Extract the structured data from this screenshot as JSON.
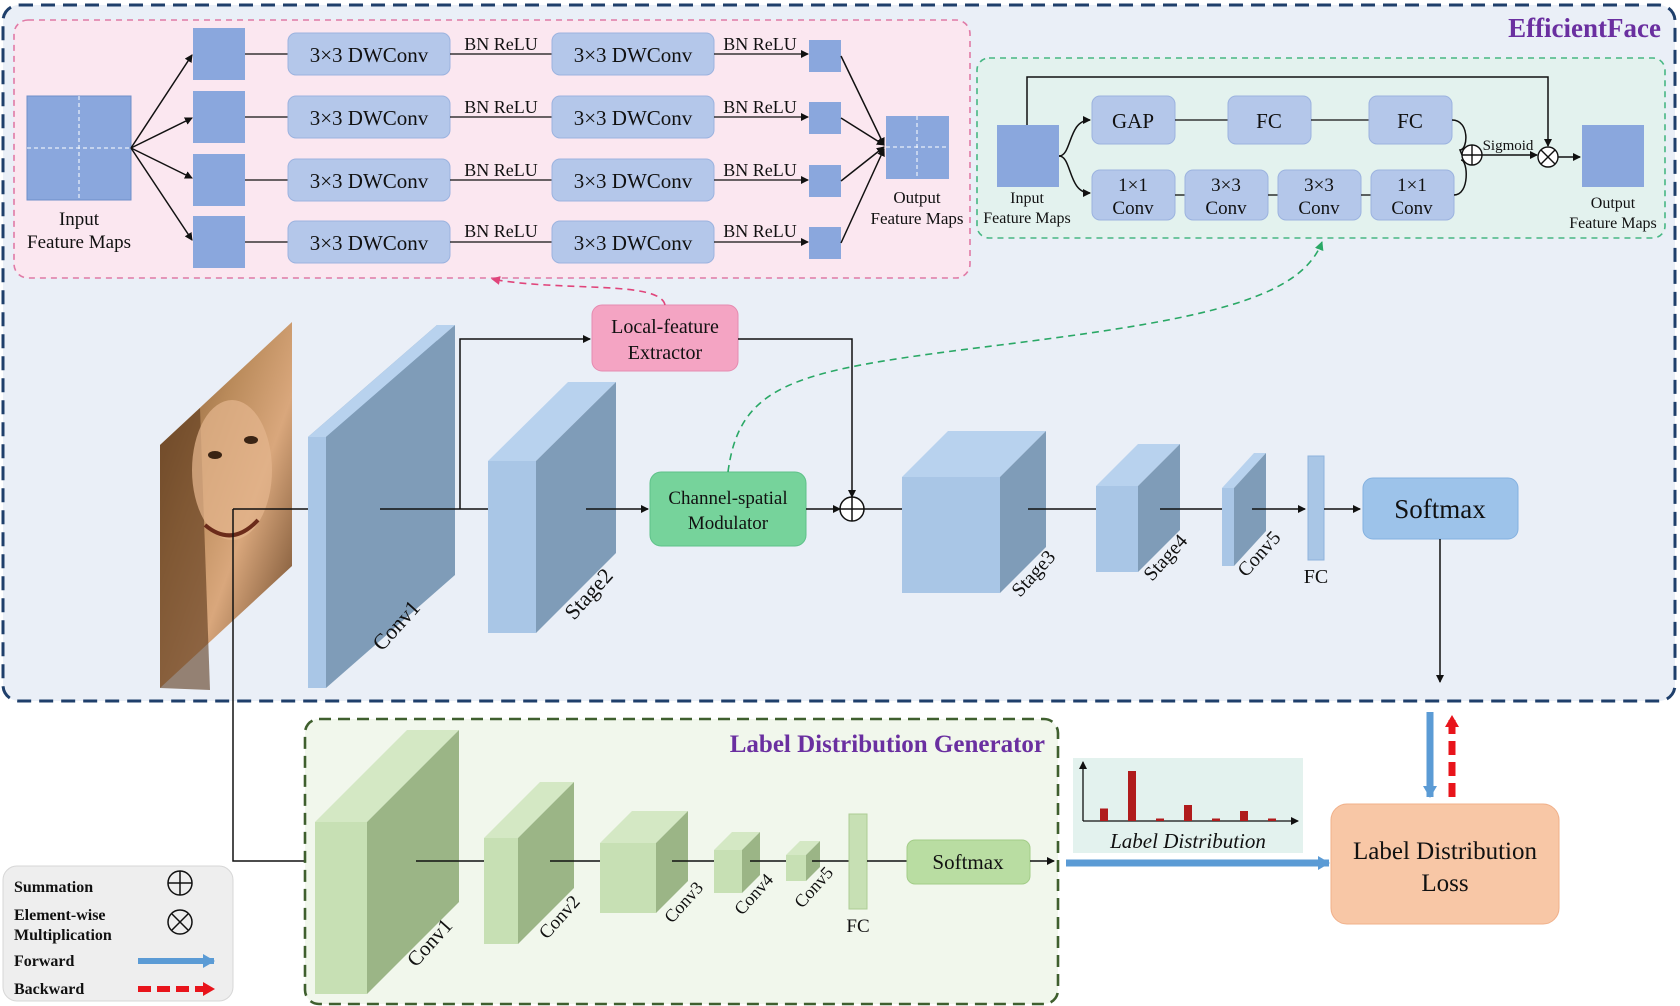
{
  "efficientface": {
    "title": "EfficientFace",
    "local_extractor": {
      "label_line1": "Local-feature",
      "label_line2": "Extractor"
    },
    "modulator": {
      "label_line1": "Channel-spatial",
      "label_line2": "Modulator"
    },
    "stages": {
      "conv1": "Conv1",
      "stage2": "Stage2",
      "stage3": "Stage3",
      "stage4": "Stage4",
      "conv5": "Conv5",
      "fc": "FC"
    },
    "softmax": "Softmax"
  },
  "local_detail": {
    "dwconv": "3×3 DWConv",
    "bn_relu": "BN ReLU",
    "input_line1": "Input",
    "input_line2": "Feature Maps",
    "output_line1": "Output",
    "output_line2": "Feature Maps"
  },
  "modulator_detail": {
    "gap": "GAP",
    "fc": "FC",
    "sigmoid": "Sigmoid",
    "conv1x1_line1": "1×1",
    "conv3x3_line1": "3×3",
    "conv_line2": "Conv",
    "input_line1": "Input",
    "input_line2": "Feature Maps",
    "output_line1": "Output",
    "output_line2": "Feature Maps"
  },
  "ldg": {
    "title": "Label Distribution Generator",
    "layers": {
      "conv1": "Conv1",
      "conv2": "Conv2",
      "conv3": "Conv3",
      "conv4": "Conv4",
      "conv5": "Conv5",
      "fc": "FC"
    },
    "softmax": "Softmax"
  },
  "label_distribution": {
    "caption": "Label Distribution",
    "bars": [
      0.25,
      1.0,
      0.05,
      0.32,
      0.05,
      0.2,
      0.05
    ]
  },
  "loss": {
    "label_line1": "Label Distribution",
    "label_line2": "Loss"
  },
  "legend": {
    "summation": "Summation",
    "elementwise_line1": "Element-wise",
    "elementwise_line2": "Multiplication",
    "forward": "Forward",
    "backward": "Backward"
  },
  "colors": {
    "forward": "#5b9bd5",
    "backward": "#e8141b",
    "title": "#6a2fa0",
    "bar": "#b01c1c"
  }
}
